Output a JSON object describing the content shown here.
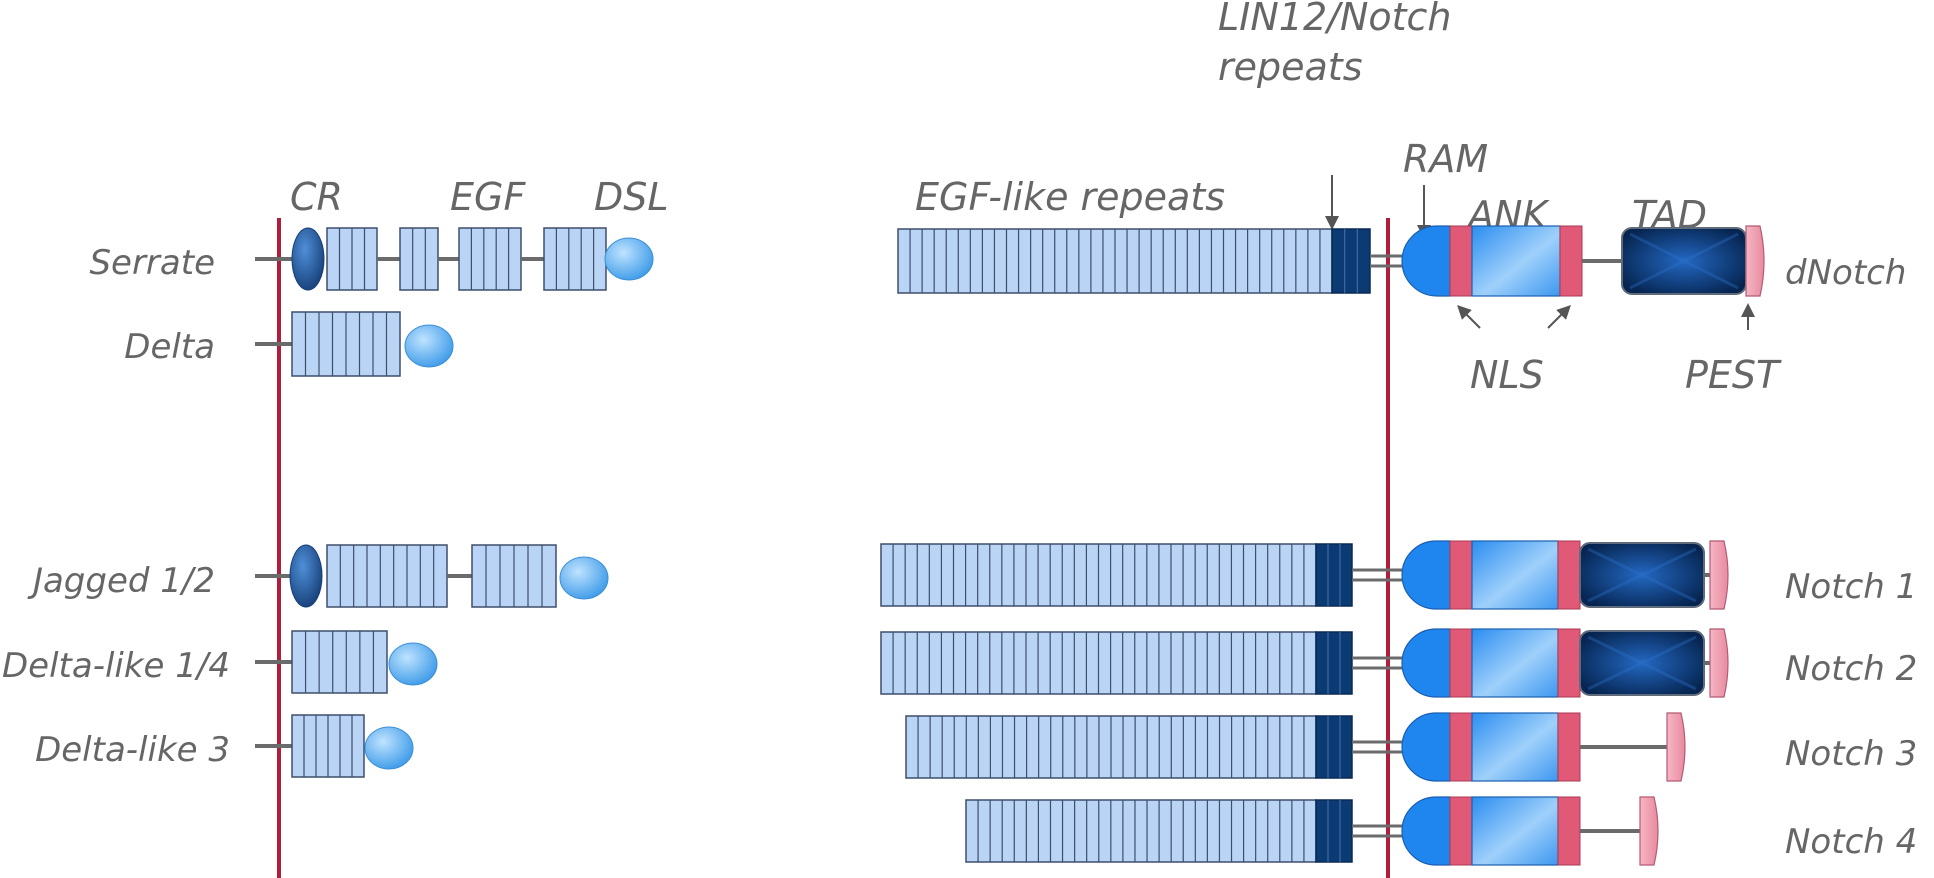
{
  "colors": {
    "membrane": "#b01e3c",
    "linker": "#6b6b6b",
    "egf_fill": "#b9d4f4",
    "egf_stroke": "#3d4f6b",
    "lin12": "#0c3b74",
    "cr_dark": "#1f5aa5",
    "dsl_light": "#6bb8f5",
    "ram_blue": "#1f86f0",
    "nls_pink": "#e05a78",
    "tad_navy": "#0a2e66",
    "pest_pink": "#f2a0b3",
    "label": "#666666"
  },
  "labels": {
    "cr": "CR",
    "egf": "EGF",
    "dsl": "DSL",
    "egf_like_repeats": "EGF-like repeats",
    "lin12_line1": "LIN12/Notch",
    "lin12_line2": "repeats",
    "ram": "RAM",
    "ank": "ANK",
    "tad": "TAD",
    "nls": "NLS",
    "pest": "PEST"
  },
  "ligands": [
    {
      "name": "Serrate"
    },
    {
      "name": "Delta"
    },
    {
      "name": "Jagged 1/2"
    },
    {
      "name": "Delta-like 1/4"
    },
    {
      "name": "Delta-like 3"
    }
  ],
  "receptors": [
    {
      "name": "dNotch",
      "egf_repeats": 36,
      "has_tad": true
    },
    {
      "name": "Notch 1",
      "egf_repeats": 36,
      "has_tad": true
    },
    {
      "name": "Notch 2",
      "egf_repeats": 36,
      "has_tad": true
    },
    {
      "name": "Notch 3",
      "egf_repeats": 34,
      "has_tad": false
    },
    {
      "name": "Notch 4",
      "egf_repeats": 29,
      "has_tad": false
    }
  ]
}
